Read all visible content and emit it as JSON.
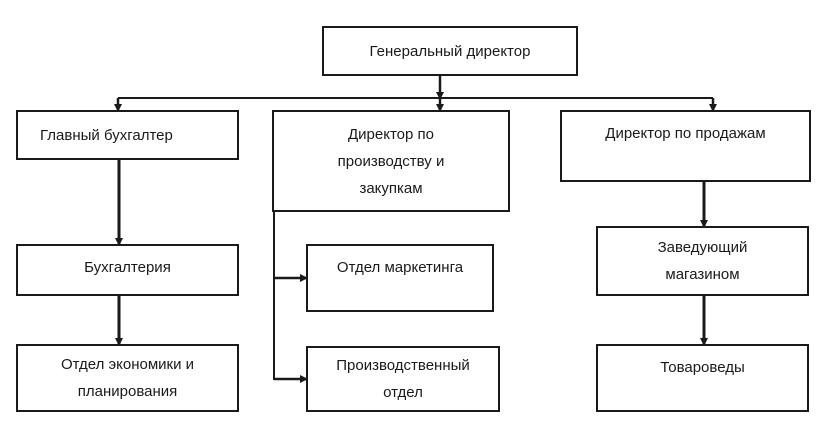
{
  "diagram": {
    "nodes": {
      "general_director": "Генеральный директор",
      "chief_accountant": "Главный бухгалтер",
      "production_director": "Директор по\nпроизводству и\nзакупкам",
      "sales_director": "Директор по продажам",
      "accounting": "Бухгалтерия",
      "economics_planning": "Отдел экономики и\nпланирования",
      "marketing": "Отдел маркетинга",
      "production_dept": "Производственный\nотдел",
      "store_manager": "Заведующий\nмагазином",
      "merchandisers": "Товароведы"
    },
    "colors": {
      "line": "#1a1a1a",
      "box_border": "#1a1a1a",
      "background": "#ffffff"
    }
  }
}
